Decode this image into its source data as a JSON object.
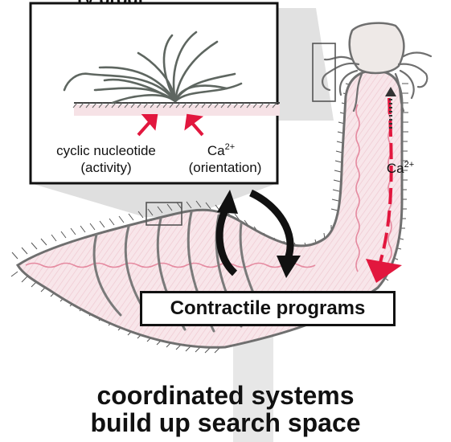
{
  "inset": {
    "heading_fragment": "ry progr",
    "label_left_line1": "cyclic nucleotide",
    "label_left_line2": "(activity)",
    "label_right_ca": "Ca",
    "label_right_sup": "2+",
    "label_right_line2": "(orientation)"
  },
  "stalk": {
    "ca_label": "Ca",
    "ca_sup": "2+"
  },
  "contractile_label": "Contractile programs",
  "bottom_title": {
    "line1": "coordinated systems",
    "line2": "build up search space"
  },
  "colors": {
    "accent_red": "#e2173e",
    "body_fill": "#f6e2e6",
    "outline": "#6f6f6f",
    "inset_shadow": "#d9d9d9"
  }
}
